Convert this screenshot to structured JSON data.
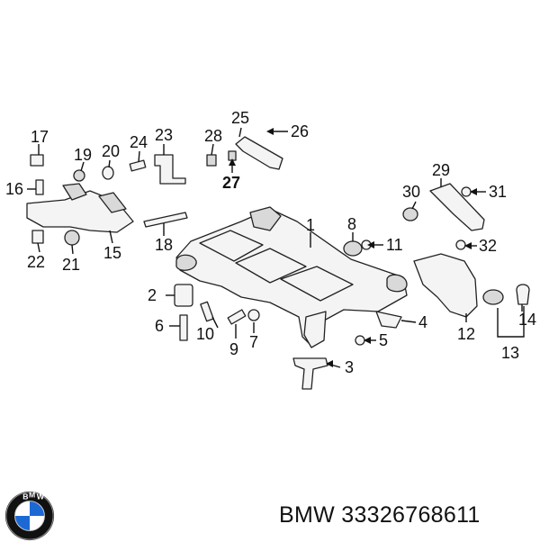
{
  "diagram": {
    "callouts": [
      {
        "id": "1",
        "label": "1"
      },
      {
        "id": "2",
        "label": "2"
      },
      {
        "id": "3",
        "label": "3"
      },
      {
        "id": "4",
        "label": "4"
      },
      {
        "id": "5",
        "label": "5"
      },
      {
        "id": "6",
        "label": "6"
      },
      {
        "id": "7",
        "label": "7"
      },
      {
        "id": "8",
        "label": "8"
      },
      {
        "id": "9",
        "label": "9"
      },
      {
        "id": "10",
        "label": "10"
      },
      {
        "id": "11",
        "label": "11"
      },
      {
        "id": "12",
        "label": "12"
      },
      {
        "id": "13",
        "label": "13"
      },
      {
        "id": "14",
        "label": "14"
      },
      {
        "id": "15",
        "label": "15"
      },
      {
        "id": "16",
        "label": "16"
      },
      {
        "id": "17",
        "label": "17"
      },
      {
        "id": "18",
        "label": "18"
      },
      {
        "id": "19",
        "label": "19"
      },
      {
        "id": "20",
        "label": "20"
      },
      {
        "id": "21",
        "label": "21"
      },
      {
        "id": "22",
        "label": "22"
      },
      {
        "id": "23",
        "label": "23"
      },
      {
        "id": "24",
        "label": "24"
      },
      {
        "id": "25",
        "label": "25"
      },
      {
        "id": "26",
        "label": "26"
      },
      {
        "id": "27",
        "label": "27",
        "highlighted": true
      },
      {
        "id": "28",
        "label": "28"
      },
      {
        "id": "29",
        "label": "29"
      },
      {
        "id": "30",
        "label": "30"
      },
      {
        "id": "31",
        "label": "31"
      },
      {
        "id": "32",
        "label": "32"
      }
    ]
  },
  "footer": {
    "logo_text": "BMW",
    "part_caption": "BMW 33326768611"
  },
  "colors": {
    "line": "#222222",
    "logo_blue": "#1c69d4",
    "logo_ring": "#111111"
  }
}
